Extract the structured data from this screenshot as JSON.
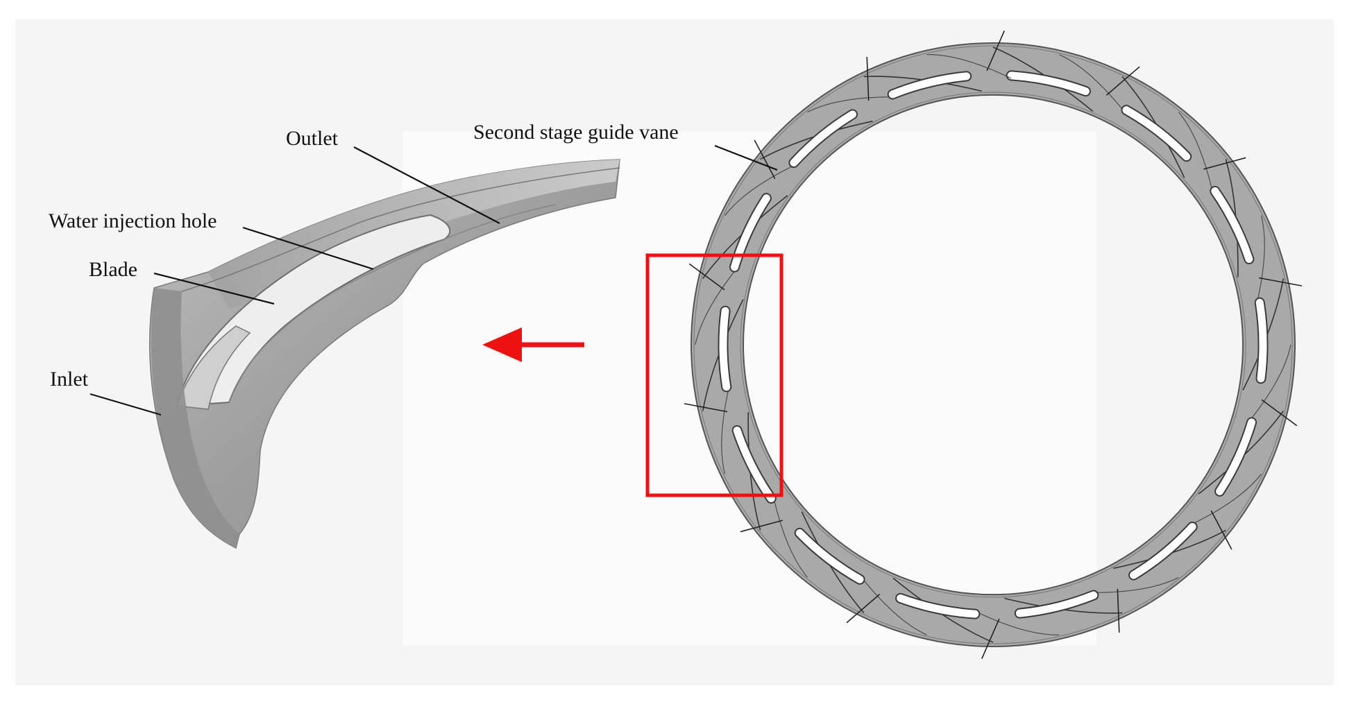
{
  "labels": {
    "outlet": "Outlet",
    "water_injection_hole": "Water injection hole",
    "blade": "Blade",
    "inlet": "Inlet",
    "second_stage_guide_vane": "Second stage guide vane"
  },
  "colors": {
    "vane_gray": "#a9a9a9",
    "vane_dark": "#8c8c8c",
    "vane_light": "#c4c4c4",
    "highlight_red": "#ee1111",
    "slot_white": "#ffffff",
    "frame_tint": "#f4f4f4"
  },
  "guide_vane_ring": {
    "vane_count": 14,
    "highlighted_sector": "left"
  }
}
